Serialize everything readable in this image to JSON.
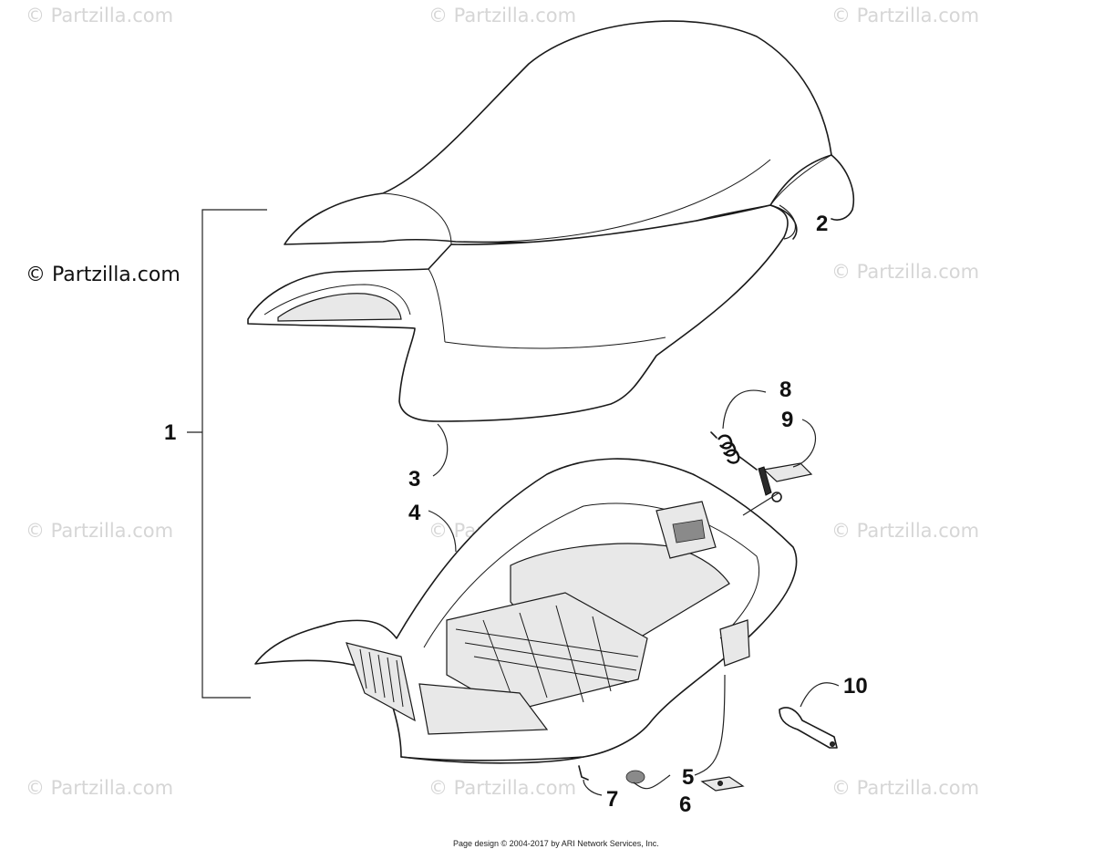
{
  "watermark_text": "© Partzilla.com",
  "main_watermark_text": "© Partzilla.com",
  "callouts": {
    "c1": "1",
    "c2": "2",
    "c3": "3",
    "c4": "4",
    "c5": "5",
    "c6": "6",
    "c7": "7",
    "c8": "8",
    "c9": "9",
    "c10": "10"
  },
  "footer_text": "Page design © 2004-2017 by ARI Network Services, Inc."
}
